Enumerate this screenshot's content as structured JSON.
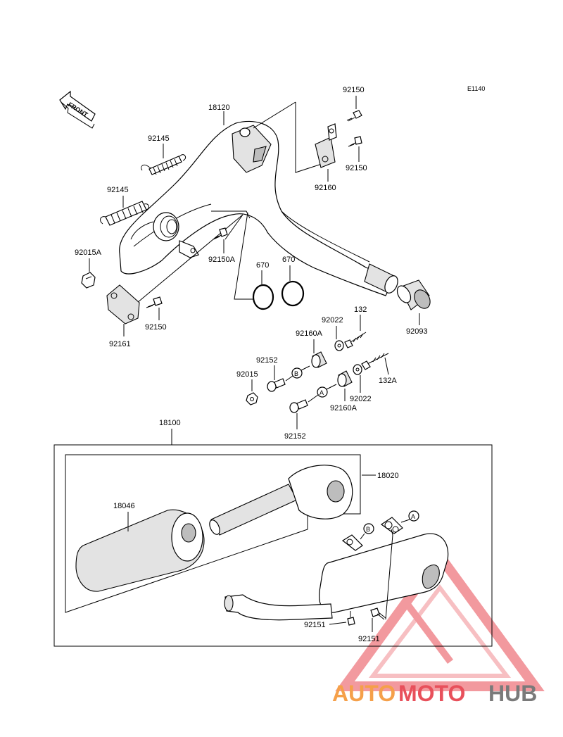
{
  "diagram": {
    "code": "E1140",
    "front_label": "FRONT",
    "circle_markers": {
      "a": "A",
      "b": "B"
    },
    "part_labels": {
      "p18120": "18120",
      "p92150_top": "92150",
      "p92150_mid": "92150",
      "p92145_a": "92145",
      "p92145_b": "92145",
      "p92160": "92160",
      "p92015A": "92015A",
      "p92150A": "92150A",
      "p670_a": "670",
      "p670_b": "670",
      "p92150_low": "92150",
      "p92161": "92161",
      "p92093": "92093",
      "p132": "132",
      "p92022_a": "92022",
      "p92160A_a": "92160A",
      "p92152_a": "92152",
      "p92015": "92015",
      "p132A": "132A",
      "p92022_b": "92022",
      "p92160A_b": "92160A",
      "p92152_b": "92152",
      "p18100": "18100",
      "p18020": "18020",
      "p18046": "18046",
      "p92151_a": "92151",
      "p92151_b": "92151"
    }
  },
  "watermark": {
    "text_orange": "AUTO",
    "text_red": "MOTO",
    "text_gray": "HUB",
    "color_orange": "#f5a04a",
    "color_red": "#e8505b",
    "color_gray": "#7a7a7a"
  }
}
